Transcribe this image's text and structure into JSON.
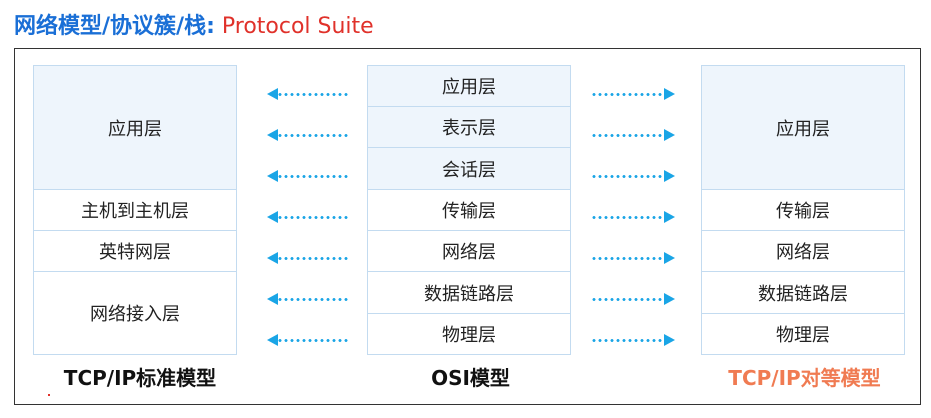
{
  "title": {
    "cn": "网络模型/协议簇/栈:",
    "en": "Protocol Suite"
  },
  "tcp_model": {
    "label": "TCP/IP标准模型",
    "layers": [
      "应用层",
      "主机到主机层",
      "英特网层",
      "网络接入层"
    ]
  },
  "osi_model": {
    "label": "OSI模型",
    "layers": [
      "应用层",
      "表示层",
      "会话层",
      "传输层",
      "网络层",
      "数据链路层",
      "物理层"
    ]
  },
  "peer_model": {
    "label": "TCP/IP对等模型",
    "layers": [
      "应用层",
      "传输层",
      "网络层",
      "数据链路层",
      "物理层"
    ]
  },
  "colors": {
    "title_blue": "#1a6fd6",
    "title_red": "#e0312a",
    "cell_fill": "#eef5fc",
    "cell_border": "#c3dbf0",
    "arrow": "#1aa5e6",
    "peer_label": "#f07b52"
  },
  "arrows": {
    "left_direction": "left-arrow-icon",
    "right_direction": "right-arrow-icon",
    "per_side": 7
  }
}
